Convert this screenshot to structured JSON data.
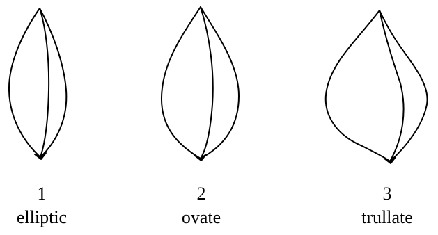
{
  "shapes": [
    {
      "number": "1",
      "term": "elliptic"
    },
    {
      "number": "2",
      "term": "ovate"
    },
    {
      "number": "3",
      "term": "trullate"
    }
  ],
  "colors": {
    "line": "#000000",
    "background": "#ffffff"
  }
}
